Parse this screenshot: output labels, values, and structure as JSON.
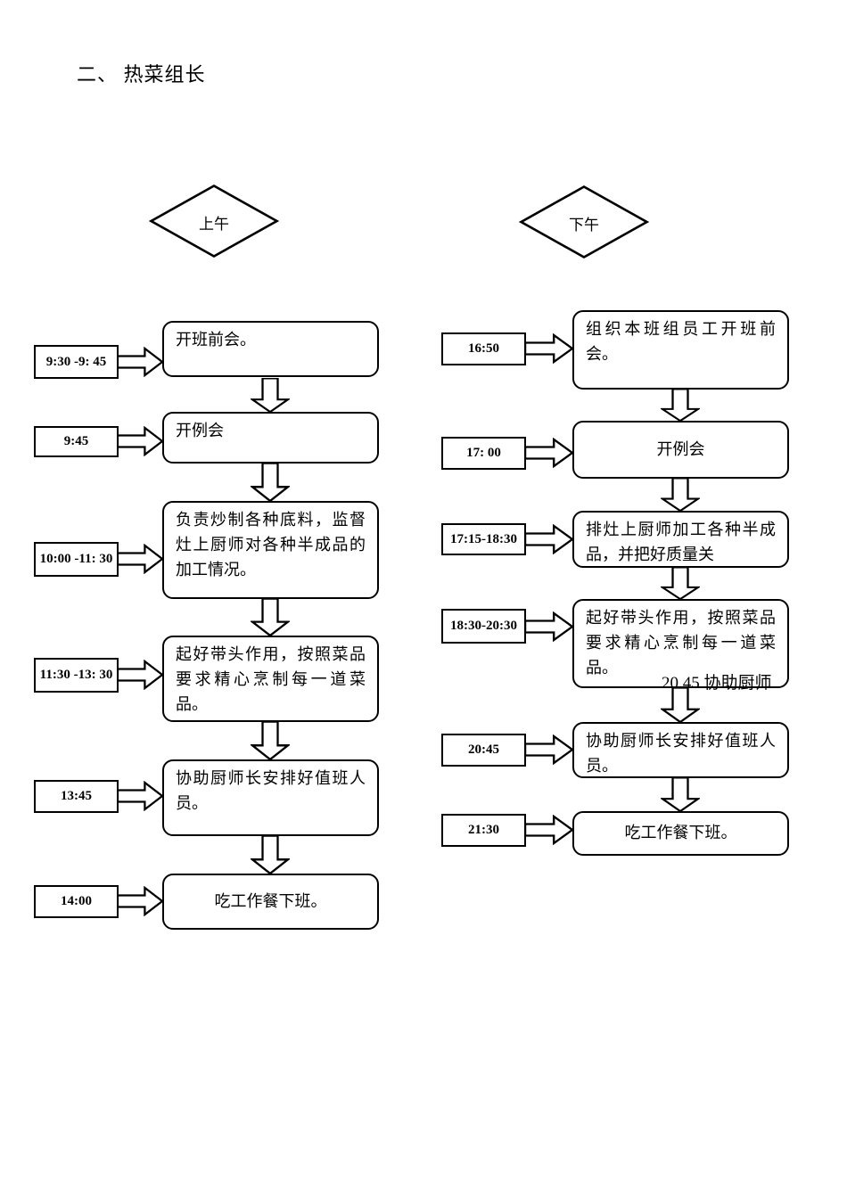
{
  "title": "二、 热菜组长",
  "colors": {
    "ink": "#000000",
    "paper": "#ffffff"
  },
  "columns": {
    "left": {
      "diamond_label": "上午",
      "steps": [
        {
          "time": "9:30 -9: 45",
          "text": "开班前会。"
        },
        {
          "time": "9:45",
          "text": "开例会"
        },
        {
          "time": "10:00 -11: 30",
          "text": "负责炒制各种底料，监督灶上厨师对各种半成品的加工情况。"
        },
        {
          "time": "11:30 -13: 30",
          "text": "起好带头作用，按照菜品要求精心烹制每一道菜品。"
        },
        {
          "time": "13:45",
          "text": "协助厨师长安排好值班人员。"
        },
        {
          "time": "14:00",
          "text": "吃工作餐下班。"
        }
      ]
    },
    "right": {
      "diamond_label": "下午",
      "steps": [
        {
          "time": "16:50",
          "text": "组织本班组员工开班前会。"
        },
        {
          "time": "17: 00",
          "text": "开例会"
        },
        {
          "time": "17:15-18:30",
          "text": "排灶上厨师加工各种半成品，并把好质量关"
        },
        {
          "time": "18:30-20:30",
          "text": "起好带头作用，按照菜品要求精心烹制每一道菜品。",
          "annotation": "20.45 协助厨师"
        },
        {
          "time": "20:45",
          "text": "协助厨师长安排好值班人员。"
        },
        {
          "time": "21:30",
          "text": "吃工作餐下班。"
        }
      ]
    }
  }
}
